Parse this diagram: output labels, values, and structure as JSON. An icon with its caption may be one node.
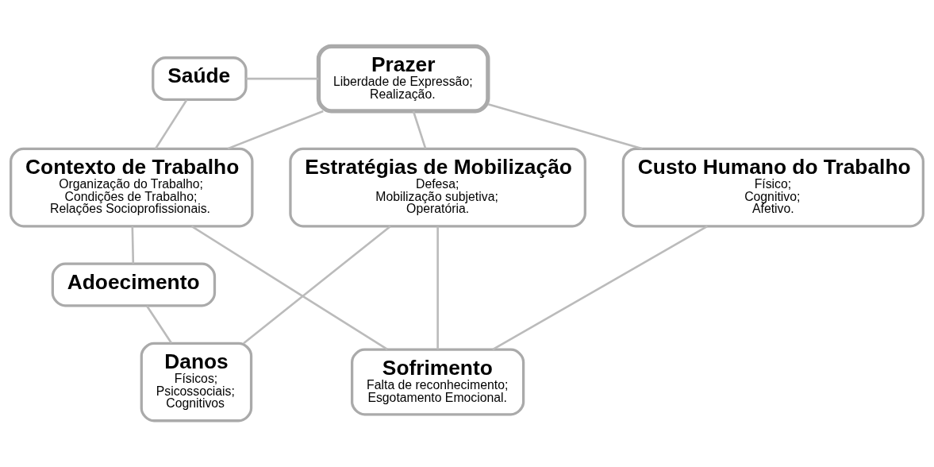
{
  "diagram": {
    "nodes": [
      {
        "text": [
          "Saúde"
        ]
      },
      {
        "text": [
          "Prazer",
          "Liberdade de Expressão; Realização."
        ]
      },
      {
        "text": [
          "Contexto de Trabalho",
          "Organização do Trabalho; Condições de Trabalho; Relações Socioprofissionais."
        ]
      },
      {
        "text": [
          "Custo Humano do Trabalho",
          "Físico; Cognitivo; Afetivo."
        ]
      },
      {
        "text": [
          "Estratégias de Mobilização",
          "Defesa; Mobilização subjetiva; Operatória."
        ]
      },
      {
        "text": [
          "Sofrimento",
          "Falta de reconhecimento; Esgotamento Emocional."
        ]
      },
      {
        "text": [
          "Danos",
          "Físicos; Psicossociais; Cognitivos"
        ]
      },
      {
        "text": [
          "Adoecimento"
        ]
      }
    ],
    "edges": [
      {
        "from": 0,
        "to": 1,
        "arrow": "none"
      },
      {
        "from": 0,
        "to": 2,
        "arrow": "none"
      },
      {
        "from": 1,
        "to": 2,
        "arrow": "none"
      },
      {
        "from": 1,
        "to": 3,
        "arrow": "none"
      },
      {
        "from": 1,
        "to": 4,
        "arrow": "none"
      },
      {
        "from": 2,
        "to": 5,
        "arrow": "none"
      },
      {
        "from": 3,
        "to": 5,
        "arrow": "none"
      },
      {
        "from": 4,
        "to": 5,
        "arrow": "none"
      },
      {
        "from": 4,
        "to": 6,
        "arrow": "none"
      },
      {
        "from": 2,
        "to": 7,
        "arrow": "none"
      },
      {
        "from": 7,
        "to": 6,
        "arrow": "none"
      }
    ]
  }
}
